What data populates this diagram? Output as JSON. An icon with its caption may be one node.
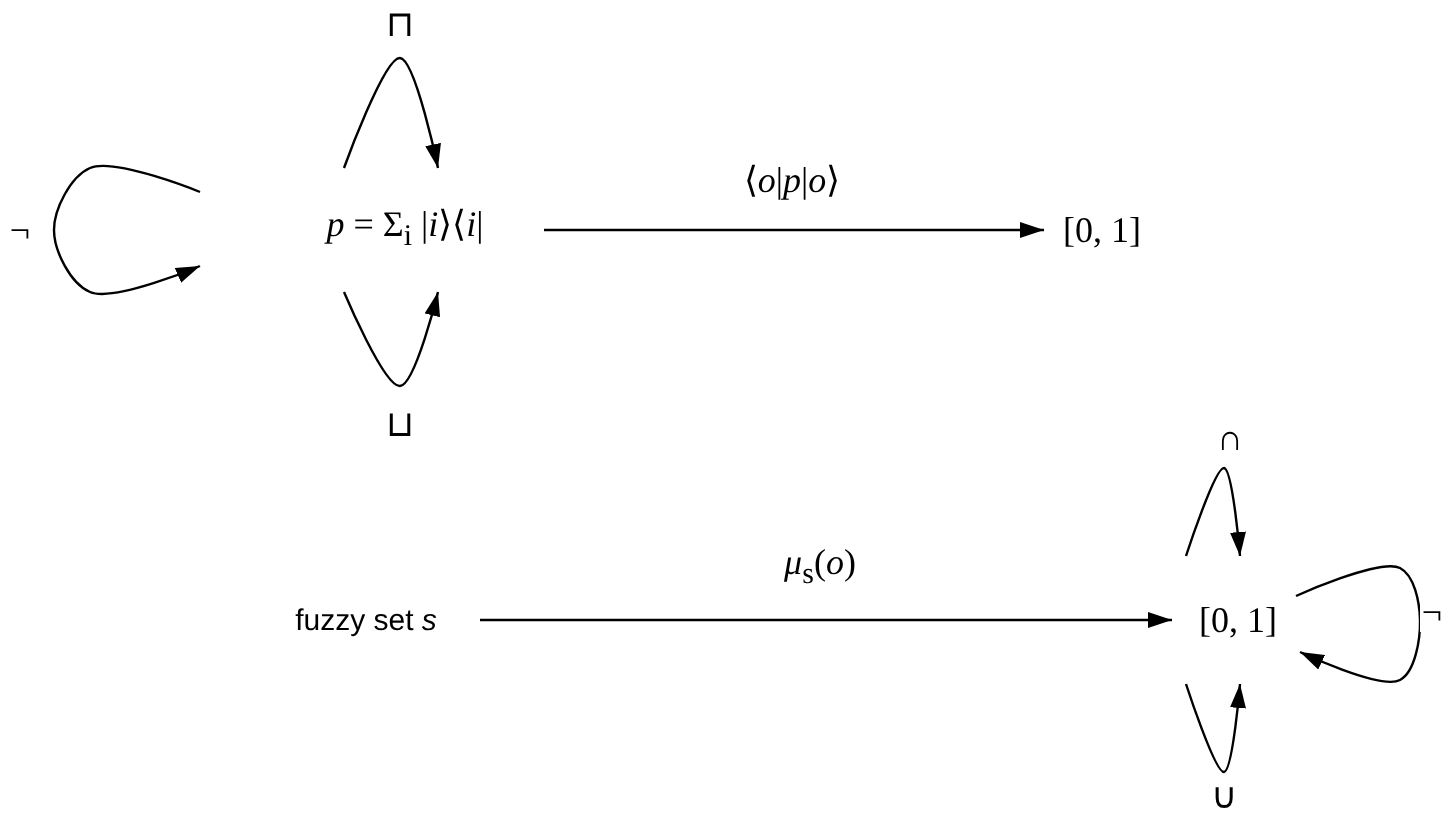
{
  "diagram": {
    "nodes": [
      {
        "text": [
          "*p* = Σ$_{i}$ |*i*⟩⟨*i*|"
        ]
      },
      {
        "text": [
          "[0, 1]"
        ]
      },
      {
        "text": [
          "fuzzy set *s*"
        ]
      },
      {
        "text": [
          "[0, 1]"
        ]
      }
    ],
    "edges": [
      {
        "from": 0,
        "to": 0,
        "arrow": "to",
        "label": "¬"
      },
      {
        "from": 0,
        "to": 0,
        "arrow": "to",
        "label": "⊓"
      },
      {
        "from": 0,
        "to": 0,
        "arrow": "to",
        "label": "⊔"
      },
      {
        "from": 0,
        "to": 1,
        "arrow": "to",
        "label": "⟨*o*|*p*|*o*⟩"
      },
      {
        "from": 2,
        "to": 3,
        "arrow": "to",
        "label": "*μ*$_{s}$(*o*)"
      },
      {
        "from": 3,
        "to": 3,
        "arrow": "to",
        "label": "∩"
      },
      {
        "from": 3,
        "to": 3,
        "arrow": "to",
        "label": "∪"
      },
      {
        "from": 3,
        "to": 3,
        "arrow": "to",
        "label": "¬"
      }
    ]
  }
}
